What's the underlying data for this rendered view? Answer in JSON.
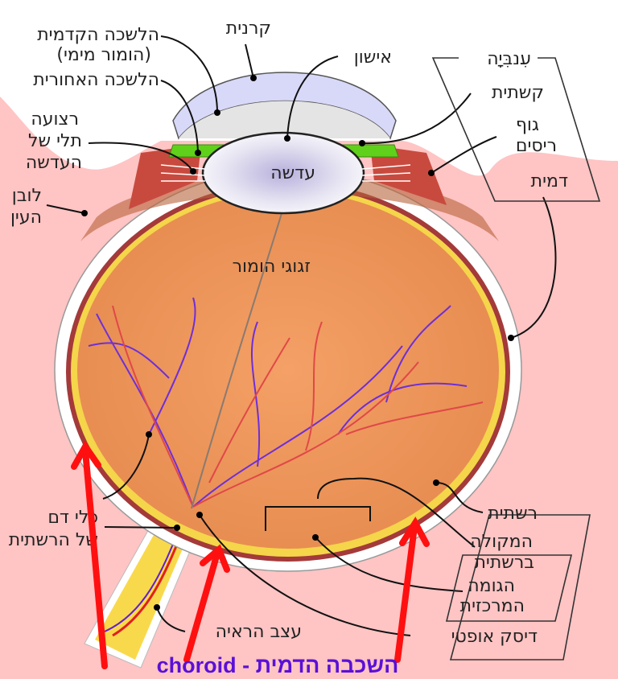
{
  "labels": {
    "cornea": "קרנית",
    "anterior_chamber": "הלשכה הקדמית",
    "aqueous_humour": "(הומור מימי)",
    "posterior_chamber": "הלשכה האחורית",
    "zonular_1": "רצועה",
    "zonular_2": "תלי של",
    "zonular_3": "העדשה",
    "sclera_1": "לובן",
    "sclera_2": "העין",
    "pupil": "אישון",
    "uvea": "עִנבִּיָה",
    "iris": "קשתית",
    "ciliary_1": "גוף",
    "ciliary_2": "ריסים",
    "choroid": "דמית",
    "lens": "עדשה",
    "vitreous": "זגוגי הומור",
    "retinal_vessels_1": "כלי דם",
    "retinal_vessels_2": "של הרשתית",
    "retina": "רשתית",
    "macula_1": "המקולה",
    "macula_2": "ברשתית",
    "fovea_1": "הגומה",
    "fovea_2": "המרכזית",
    "optic_disc": "דיסק אופטי",
    "optic_nerve": "עצב הראיה"
  },
  "annotation": "השכבה הדמית - choroid",
  "colors": {
    "background_pink": "#ffc4c4",
    "annotation": "#5a10d8",
    "arrow": "#ff1010",
    "vitreous": "#f0985a",
    "lens_green": "#5fd11a",
    "nerve": "#f9d94c"
  }
}
